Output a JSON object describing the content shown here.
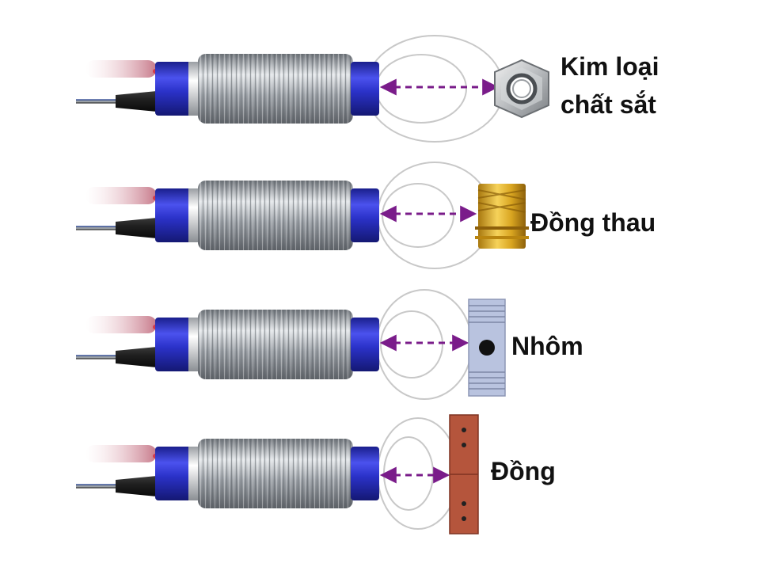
{
  "labels": {
    "iron_line1": "Kim loại",
    "iron_line2": "chất sắt",
    "brass": "Đồng thau",
    "aluminum": "Nhôm",
    "copper": "Đồng"
  },
  "colors": {
    "sensor_blue": "#2b32c9",
    "thread_silver": "#a7acb2",
    "arrow_purple": "#7a1c8a",
    "field_lines": "#c8c8c8",
    "brass": "#d9a520",
    "aluminum": "#b9c3df",
    "copper": "#b5553c",
    "text": "#111111"
  },
  "icons": [
    "proximity-sensor-icon",
    "hex-nut-icon",
    "brass-insert-icon",
    "aluminum-block-icon",
    "copper-plate-icon"
  ]
}
